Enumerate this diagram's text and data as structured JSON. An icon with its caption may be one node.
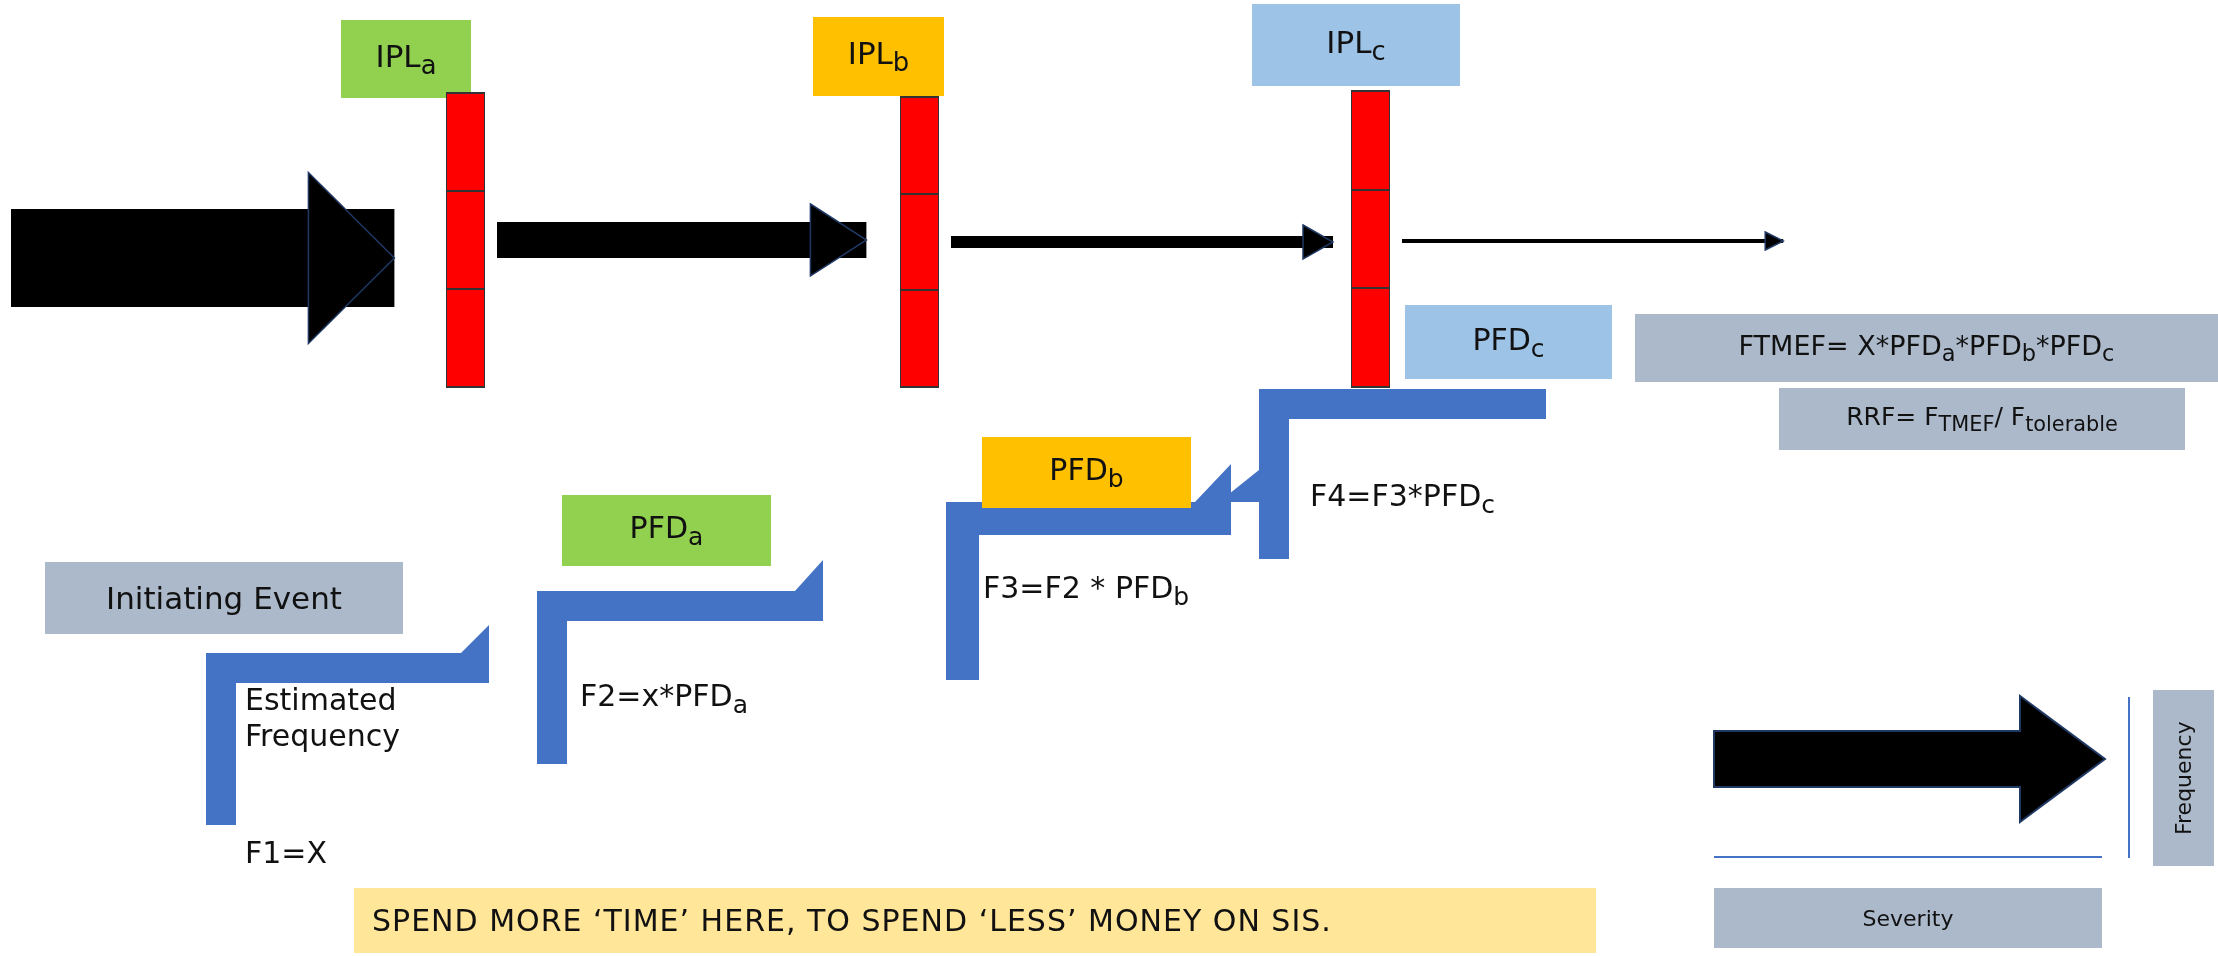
{
  "diagram": {
    "nodes": [
      {
        "text": [
          "IPL$_{a}$"
        ]
      },
      {
        "text": [
          "IPL$_{b}$"
        ]
      },
      {
        "text": [
          "IPL$_{c}$"
        ]
      },
      {
        "text": [],
        "shape": "bar"
      },
      {
        "text": [],
        "shape": "bar"
      },
      {
        "text": [],
        "shape": "bar"
      },
      {
        "text": [
          "PFD$_{c}$"
        ]
      },
      {
        "text": [
          "FTMEF= X*PFD$_{a}$*PFD$_{b}$*PFD$_{c}$"
        ]
      },
      {
        "text": [
          "RRF= F$_{TMEF}$/ F$_{tolerable}$"
        ]
      },
      {
        "text": [
          "PFD$_{b}$"
        ]
      },
      {
        "text": [
          "PFD$_{a}$"
        ]
      },
      {
        "text": [
          "Initiating Event"
        ]
      },
      {
        "text": [
          "Frequency"
        ]
      },
      {
        "text": [
          "SPEND MORE ‘TIME’ HERE, TO SPEND ‘LESS’ MONEY ON SIS."
        ]
      },
      {
        "text": [
          "Severity"
        ]
      }
    ],
    "edges": [
      {
        "from": null,
        "to": 3,
        "arrow": "to",
        "style": "thick"
      },
      {
        "from": 3,
        "to": 4,
        "arrow": "to",
        "style": "thick"
      },
      {
        "from": 4,
        "to": 5,
        "arrow": "to"
      },
      {
        "from": 5,
        "to": null,
        "arrow": "to"
      }
    ],
    "labels": [
      "F4=F3*PFD$_{c}$",
      "F3=F2 * PFD$_{b}$",
      "F2=x*PFD$_{a}$",
      "Estimated Frequency",
      "F1=X"
    ]
  }
}
